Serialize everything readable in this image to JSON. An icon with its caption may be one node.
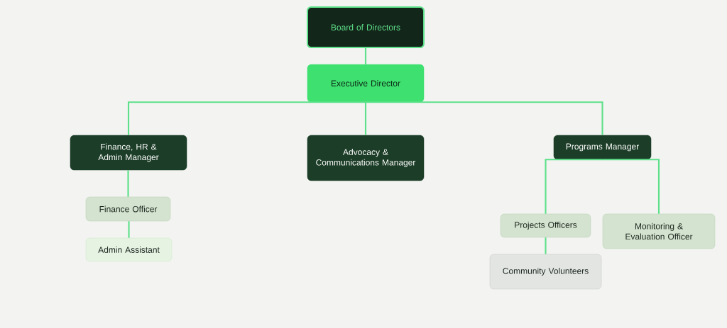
{
  "diagram": {
    "nodes": [
      {
        "text": [
          "Board of Directors"
        ]
      },
      {
        "text": [
          "Executive Director"
        ]
      },
      {
        "text": [
          "Finance, HR & Admin Manager"
        ]
      },
      {
        "text": [
          "Advocacy & Communications Manager"
        ]
      },
      {
        "text": [
          "Programs Manager"
        ]
      },
      {
        "text": [
          "Finance Officer"
        ]
      },
      {
        "text": [
          "Admin Assistant"
        ]
      },
      {
        "text": [
          "Projects Officers"
        ]
      },
      {
        "text": [
          "Monitoring & Evaluation Officer"
        ]
      },
      {
        "text": [
          "Community Volunteers"
        ]
      }
    ],
    "edges": [
      {
        "from": 0,
        "to": 1,
        "arrow": "none"
      },
      {
        "from": 1,
        "to": 2,
        "arrow": "none"
      },
      {
        "from": 1,
        "to": 3,
        "arrow": "none"
      },
      {
        "from": 1,
        "to": 4,
        "arrow": "none"
      },
      {
        "from": 2,
        "to": 5,
        "arrow": "none"
      },
      {
        "from": 5,
        "to": 6,
        "arrow": "none"
      },
      {
        "from": 4,
        "to": 7,
        "arrow": "none"
      },
      {
        "from": 4,
        "to": 8,
        "arrow": "none"
      },
      {
        "from": 7,
        "to": 9,
        "arrow": "none"
      }
    ]
  }
}
